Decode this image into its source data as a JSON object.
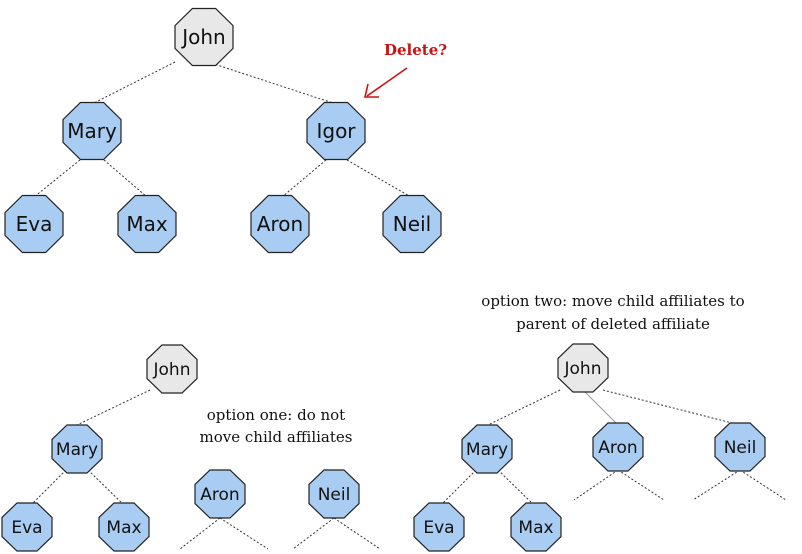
{
  "colors": {
    "root_fill": "#e8e8e8",
    "node_fill": "#a9cdf2",
    "callout": "#cc1111"
  },
  "top_tree": {
    "root": "John",
    "level1": [
      "Mary",
      "Igor"
    ],
    "level2": [
      "Eva",
      "Max",
      "Aron",
      "Neil"
    ],
    "callout": "Delete?"
  },
  "option_one": {
    "caption": [
      "option one: do not",
      "move child affiliates"
    ],
    "root": "John",
    "child": "Mary",
    "grandchildren": [
      "Eva",
      "Max"
    ],
    "orphans": [
      "Aron",
      "Neil"
    ]
  },
  "option_two": {
    "caption": [
      "option two: move child affiliates to",
      "parent of deleted affiliate"
    ],
    "root": "John",
    "children": [
      "Mary",
      "Aron",
      "Neil"
    ],
    "grandchildren": [
      "Eva",
      "Max"
    ]
  }
}
